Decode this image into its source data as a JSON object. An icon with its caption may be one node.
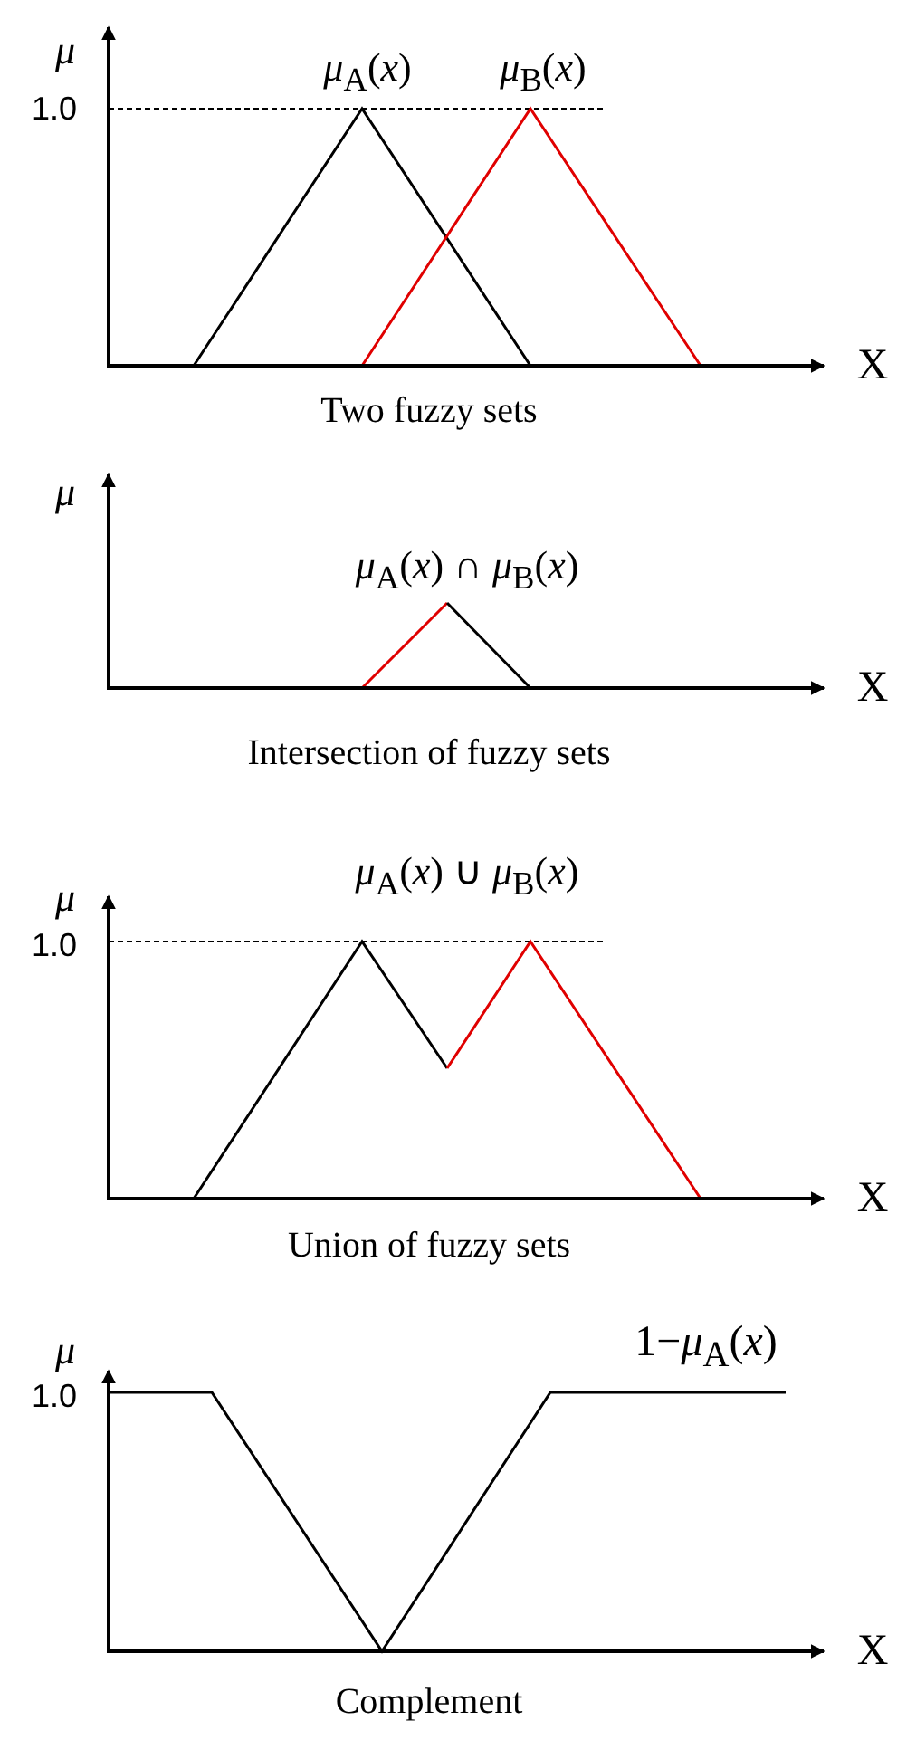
{
  "diagram": {
    "labels": [
      "*μ*",
      "1.0",
      "*μ*$_{A}$(*x*)",
      "*μ*$_{B}$(*x*)",
      "X",
      "Two fuzzy sets",
      "*μ*",
      "*μ*$_{A}$(*x*) ∩ *μ*$_{B}$(*x*)",
      "X",
      "Intersection of fuzzy sets",
      "*μ*",
      "1.0",
      "*μ*$_{A}$(*x*) ∪ *μ*$_{B}$(*x*)",
      "X",
      "Union of fuzzy sets",
      "*μ*",
      "1.0",
      "1−*μ*$_{A}$(*x*)",
      "X",
      "Complement"
    ]
  }
}
